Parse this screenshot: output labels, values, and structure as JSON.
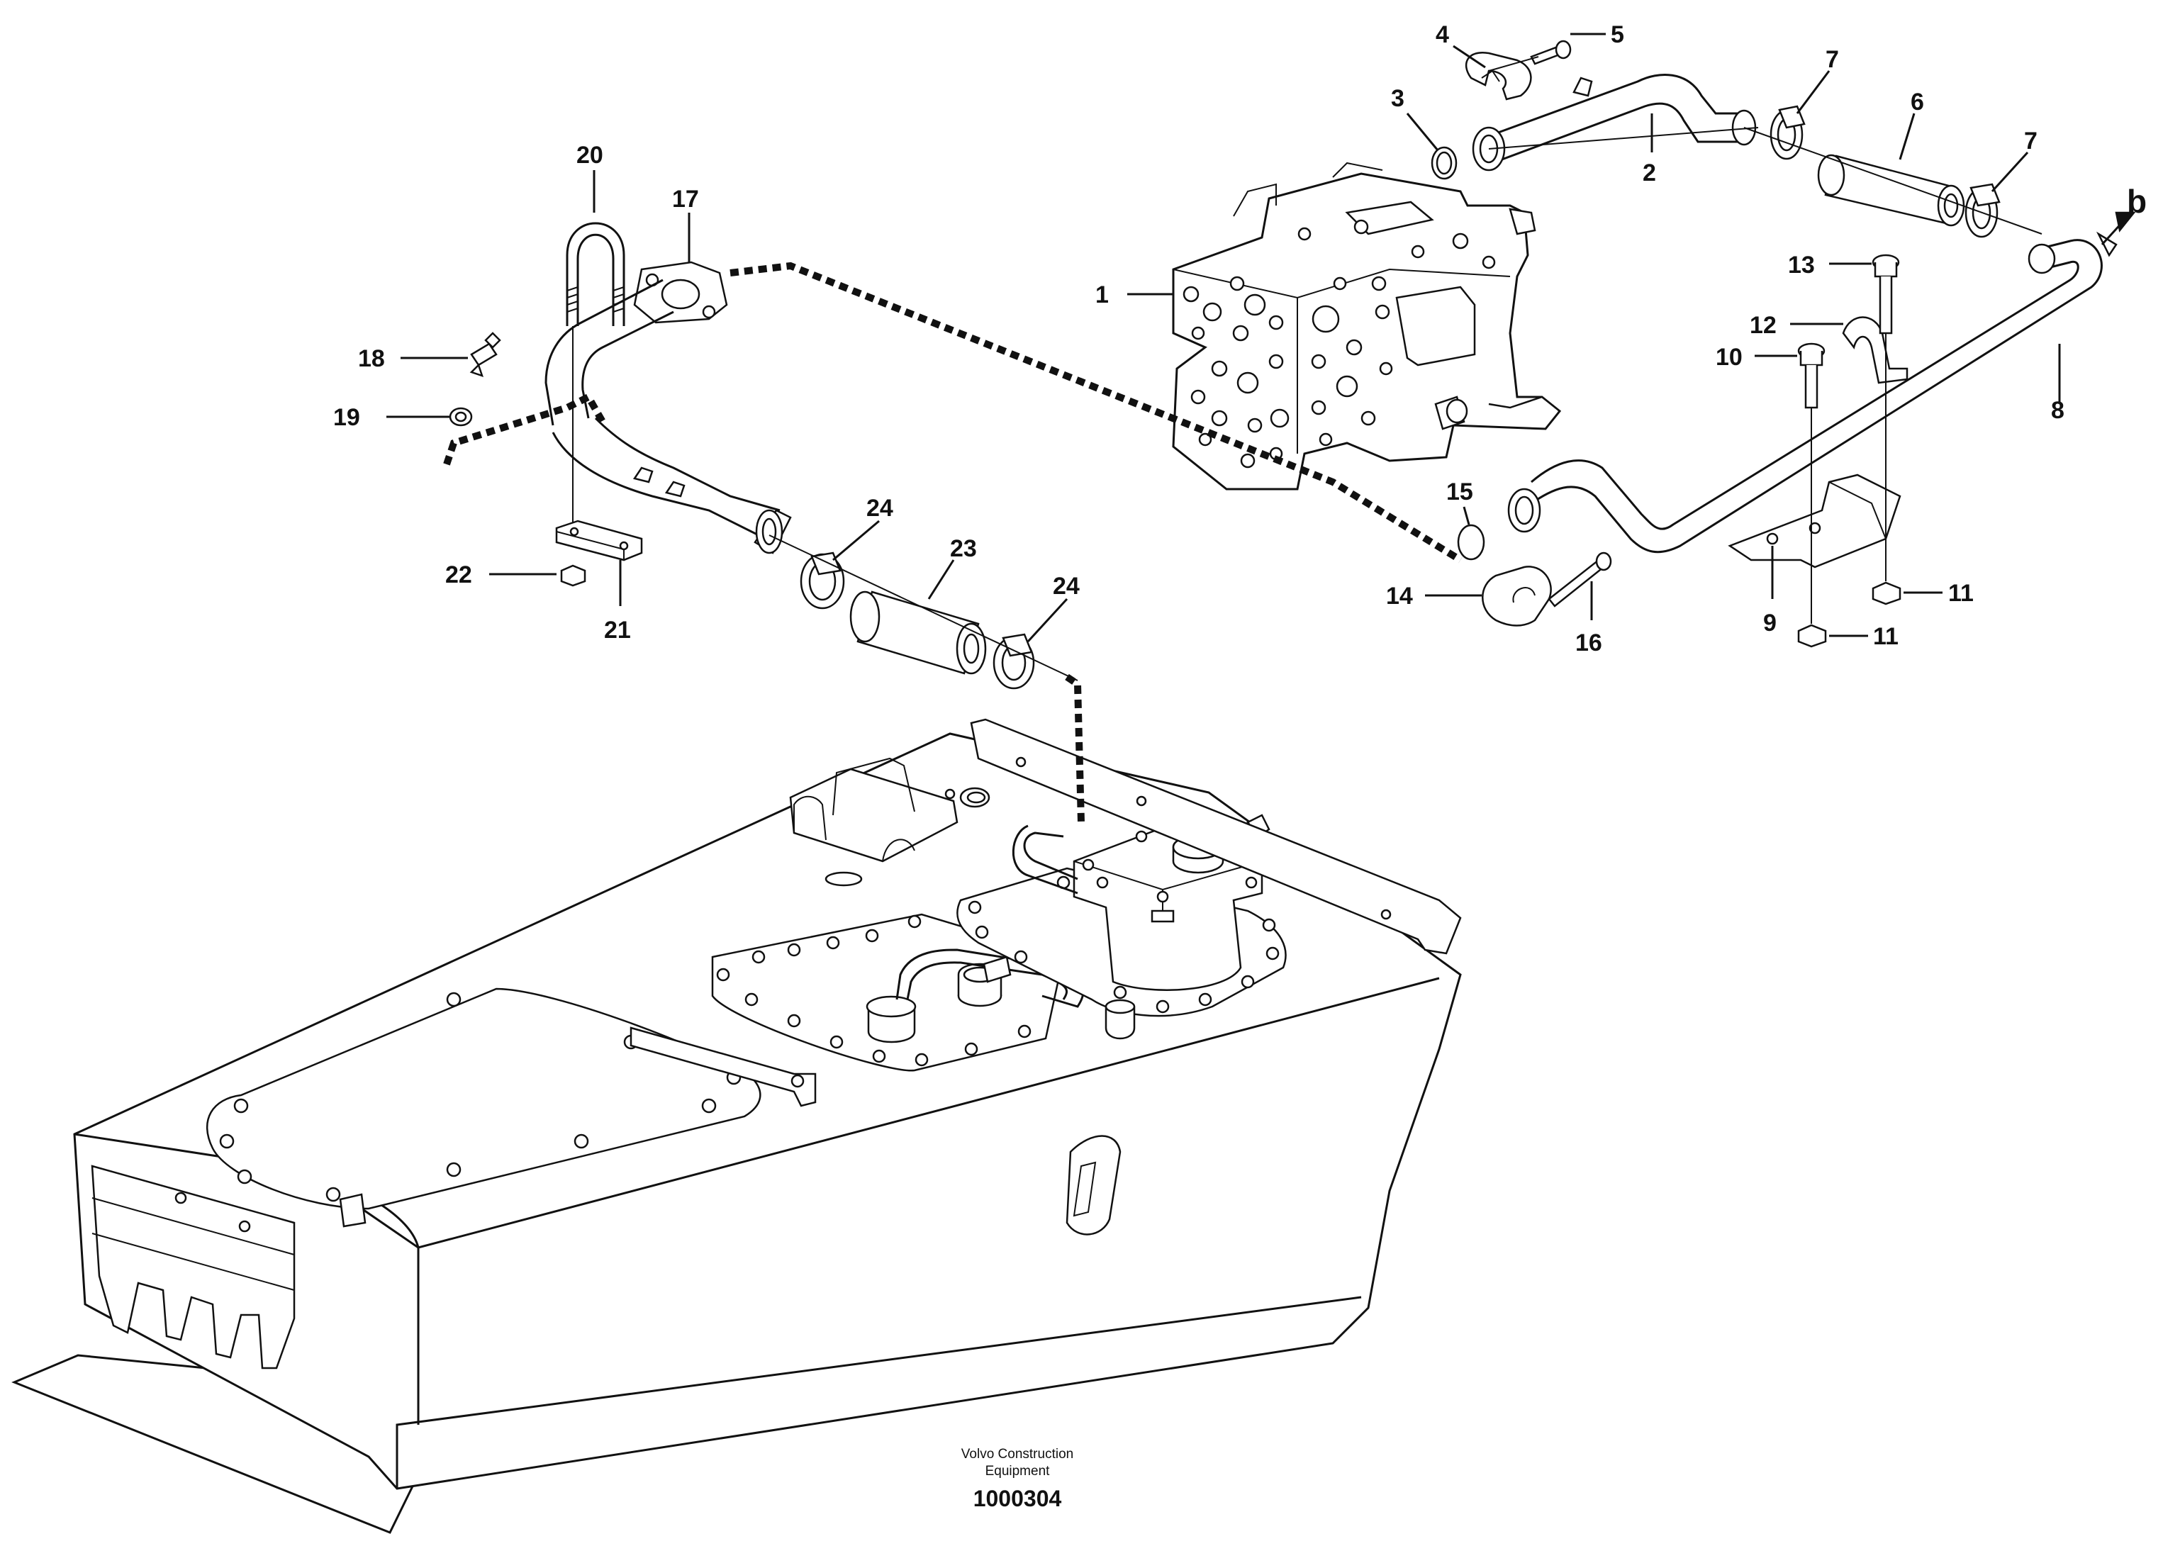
{
  "callouts": [
    {
      "num": "1"
    },
    {
      "num": "2"
    },
    {
      "num": "3"
    },
    {
      "num": "4"
    },
    {
      "num": "5"
    },
    {
      "num": "6"
    },
    {
      "num": "7"
    },
    {
      "num": "7"
    },
    {
      "num": "8"
    },
    {
      "num": "9"
    },
    {
      "num": "10"
    },
    {
      "num": "11"
    },
    {
      "num": "11"
    },
    {
      "num": "12"
    },
    {
      "num": "13"
    },
    {
      "num": "14"
    },
    {
      "num": "15"
    },
    {
      "num": "16"
    },
    {
      "num": "17"
    },
    {
      "num": "18"
    },
    {
      "num": "19"
    },
    {
      "num": "20"
    },
    {
      "num": "21"
    },
    {
      "num": "22"
    },
    {
      "num": "23"
    },
    {
      "num": "24"
    },
    {
      "num": "24"
    }
  ],
  "view_marker": "b",
  "footer": {
    "brand_line1": "Volvo Construction",
    "brand_line2": "Equipment",
    "drawing_id": "1000304"
  }
}
